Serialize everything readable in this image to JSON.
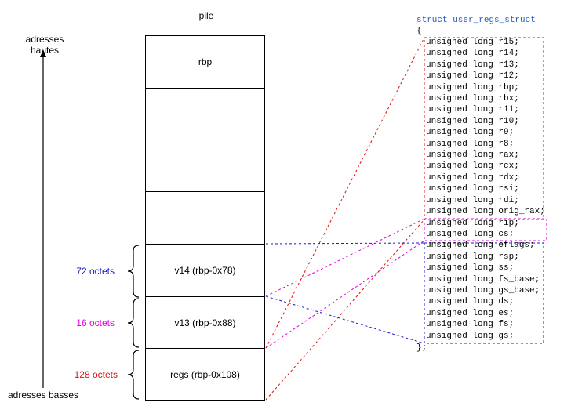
{
  "stack": {
    "title": "pile",
    "addr_high": "adresses hautes",
    "addr_low": "adresses basses",
    "cells": [
      "rbp",
      "",
      "",
      "",
      "v14 (rbp-0x78)",
      "v13 (rbp-0x88)",
      "regs (rbp-0x108)"
    ]
  },
  "sizes": [
    {
      "label": "72 octets",
      "color": "#1a1acc"
    },
    {
      "label": "16 octets",
      "color": "#e000e0"
    },
    {
      "label": "128 octets",
      "color": "#e01010"
    }
  ],
  "struct": {
    "title": "struct user_regs_struct",
    "open": "{",
    "close": "};",
    "fields": [
      "unsigned long r15;",
      "unsigned long r14;",
      "unsigned long r13;",
      "unsigned long r12;",
      "unsigned long rbp;",
      "unsigned long rbx;",
      "unsigned long r11;",
      "unsigned long r10;",
      "unsigned long r9;",
      "unsigned long r8;",
      "unsigned long rax;",
      "unsigned long rcx;",
      "unsigned long rdx;",
      "unsigned long rsi;",
      "unsigned long rdi;",
      "unsigned long orig_rax;",
      "unsigned long rip;",
      "unsigned long cs;",
      "unsigned long eflags;",
      "unsigned long rsp;",
      "unsigned long ss;",
      "unsigned long fs_base;",
      "unsigned long gs_base;",
      "unsigned long ds;",
      "unsigned long es;",
      "unsigned long fs;",
      "unsigned long gs;"
    ]
  },
  "colors": {
    "struct_title": "#1f5fbf",
    "regs_link": "#e01010",
    "v13_link": "#e000e0",
    "v14_link": "#1a1acc"
  }
}
